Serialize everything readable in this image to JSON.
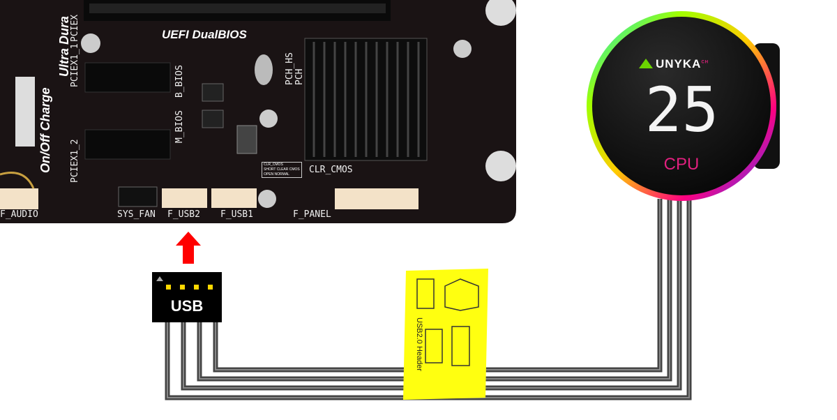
{
  "motherboard": {
    "brand_text": "UEFI DualBIOS",
    "side_text_1": "On/Off Charge",
    "side_text_2": "Ultra Dura",
    "slots": [
      "PCIEX1_1",
      "PCIEX1_2",
      "PCIEX"
    ],
    "bios_labels": [
      "B_BIOS",
      "M_BIOS"
    ],
    "pch_labels": [
      "PCH_HS",
      "PCH"
    ],
    "headers": [
      "F_AUDIO",
      "SYS_FAN",
      "F_USB2",
      "F_USB1",
      "F_PANEL",
      "CLR_CMOS"
    ],
    "clr_cmos_table": [
      "CLR_CMOS",
      "SHORT CLEAR CMOS",
      "OPEN NORMAL"
    ]
  },
  "connector": {
    "label": "USB"
  },
  "arrow": {
    "color": "#ff0000",
    "direction": "up"
  },
  "tag": {
    "label": "USB2.0 Header",
    "color": "#ffff00"
  },
  "cooler": {
    "brand": "UNYKA",
    "brand_suffix": "CH",
    "reading": "25",
    "sensor": "CPU",
    "accent": "#e2207f"
  }
}
